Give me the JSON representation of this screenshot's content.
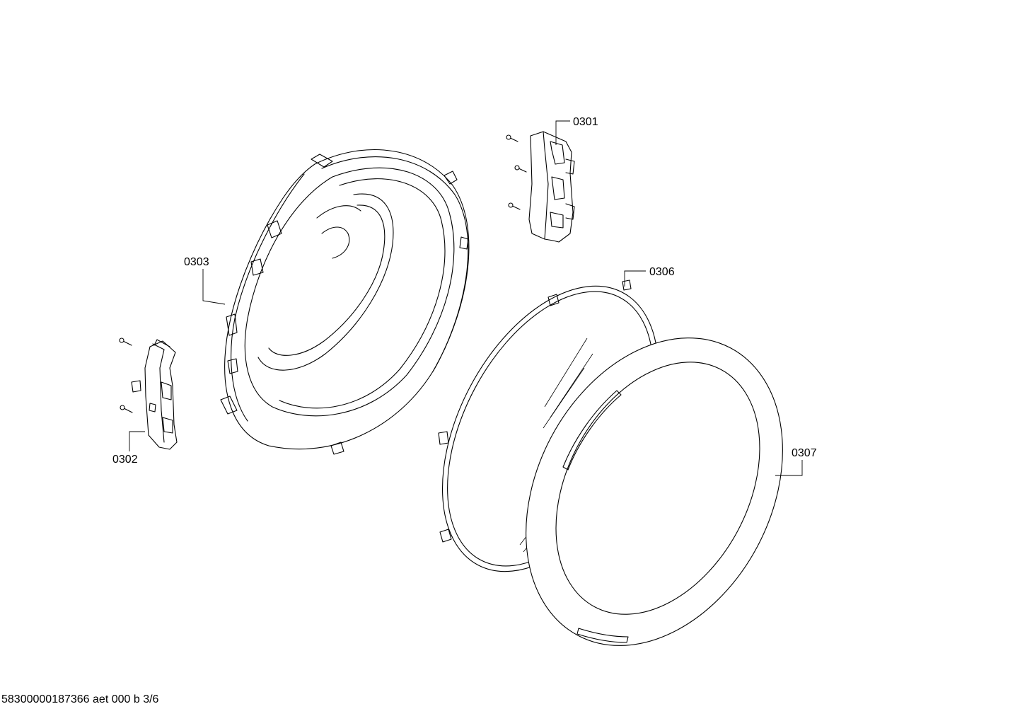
{
  "parts": [
    {
      "id": "p0301",
      "label": "0301"
    },
    {
      "id": "p0302",
      "label": "0302"
    },
    {
      "id": "p0303",
      "label": "0303"
    },
    {
      "id": "p0306",
      "label": "0306"
    },
    {
      "id": "p0307",
      "label": "0307"
    }
  ],
  "footer": {
    "text": "58300000187366 aet 000 b 3/6"
  }
}
